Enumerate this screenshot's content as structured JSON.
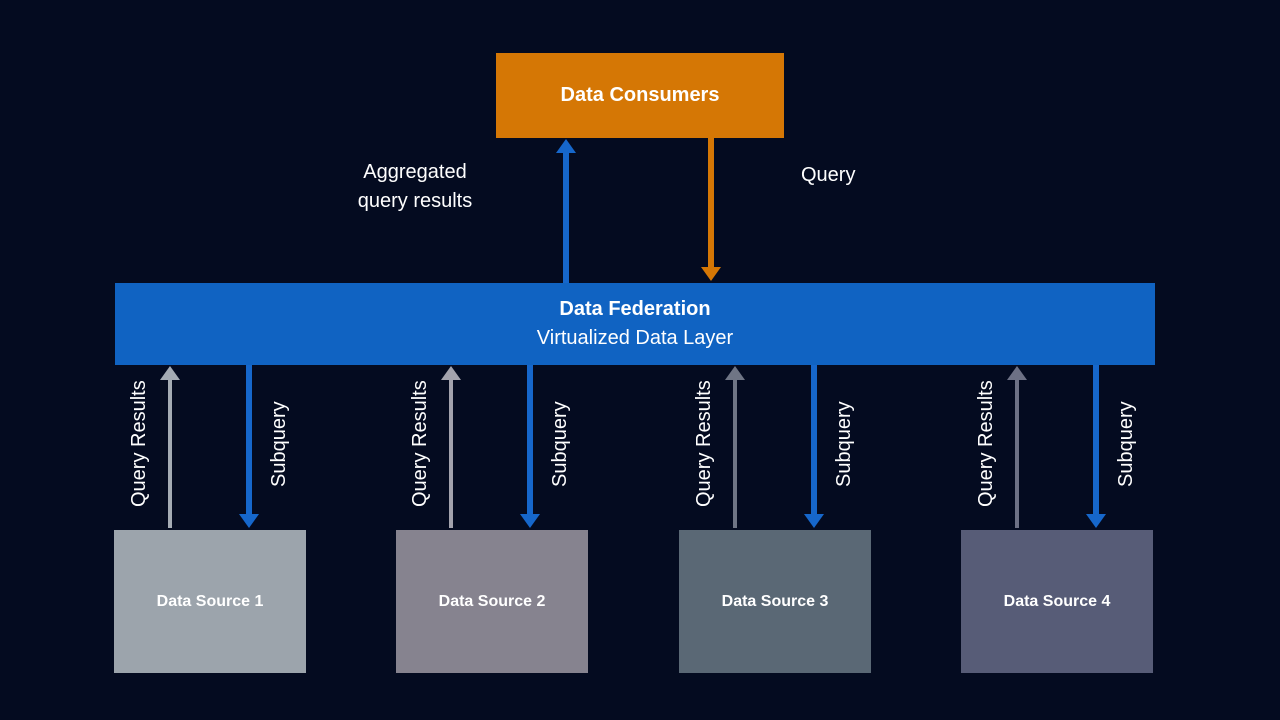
{
  "colors": {
    "bg": "#040B20",
    "orange": "#D57705",
    "blue-bar": "#1063C2",
    "blue-arrow": "#1667CB",
    "text": "#FFFFFF",
    "src1": "#9CA4AC",
    "src2": "#86838F",
    "src3": "#5A6875",
    "src4": "#575C77",
    "arrow1": "#A5ACB4",
    "arrow2": "#A3A3AD",
    "arrow3": "#6F7585",
    "arrow4": "#6D7185"
  },
  "consumers": {
    "label": "Data Consumers"
  },
  "federation": {
    "title": "Data Federation",
    "subtitle": "Virtualized Data Layer"
  },
  "flows": {
    "aggregated_label": "Aggregated query results",
    "query_label": "Query"
  },
  "sources": [
    {
      "label": "Data Source 1",
      "up_label": "Query Results",
      "down_label": "Subquery"
    },
    {
      "label": "Data Source 2",
      "up_label": "Query Results",
      "down_label": "Subquery"
    },
    {
      "label": "Data Source 3",
      "up_label": "Query Results",
      "down_label": "Subquery"
    },
    {
      "label": "Data Source 4",
      "up_label": "Query Results",
      "down_label": "Subquery"
    }
  ]
}
